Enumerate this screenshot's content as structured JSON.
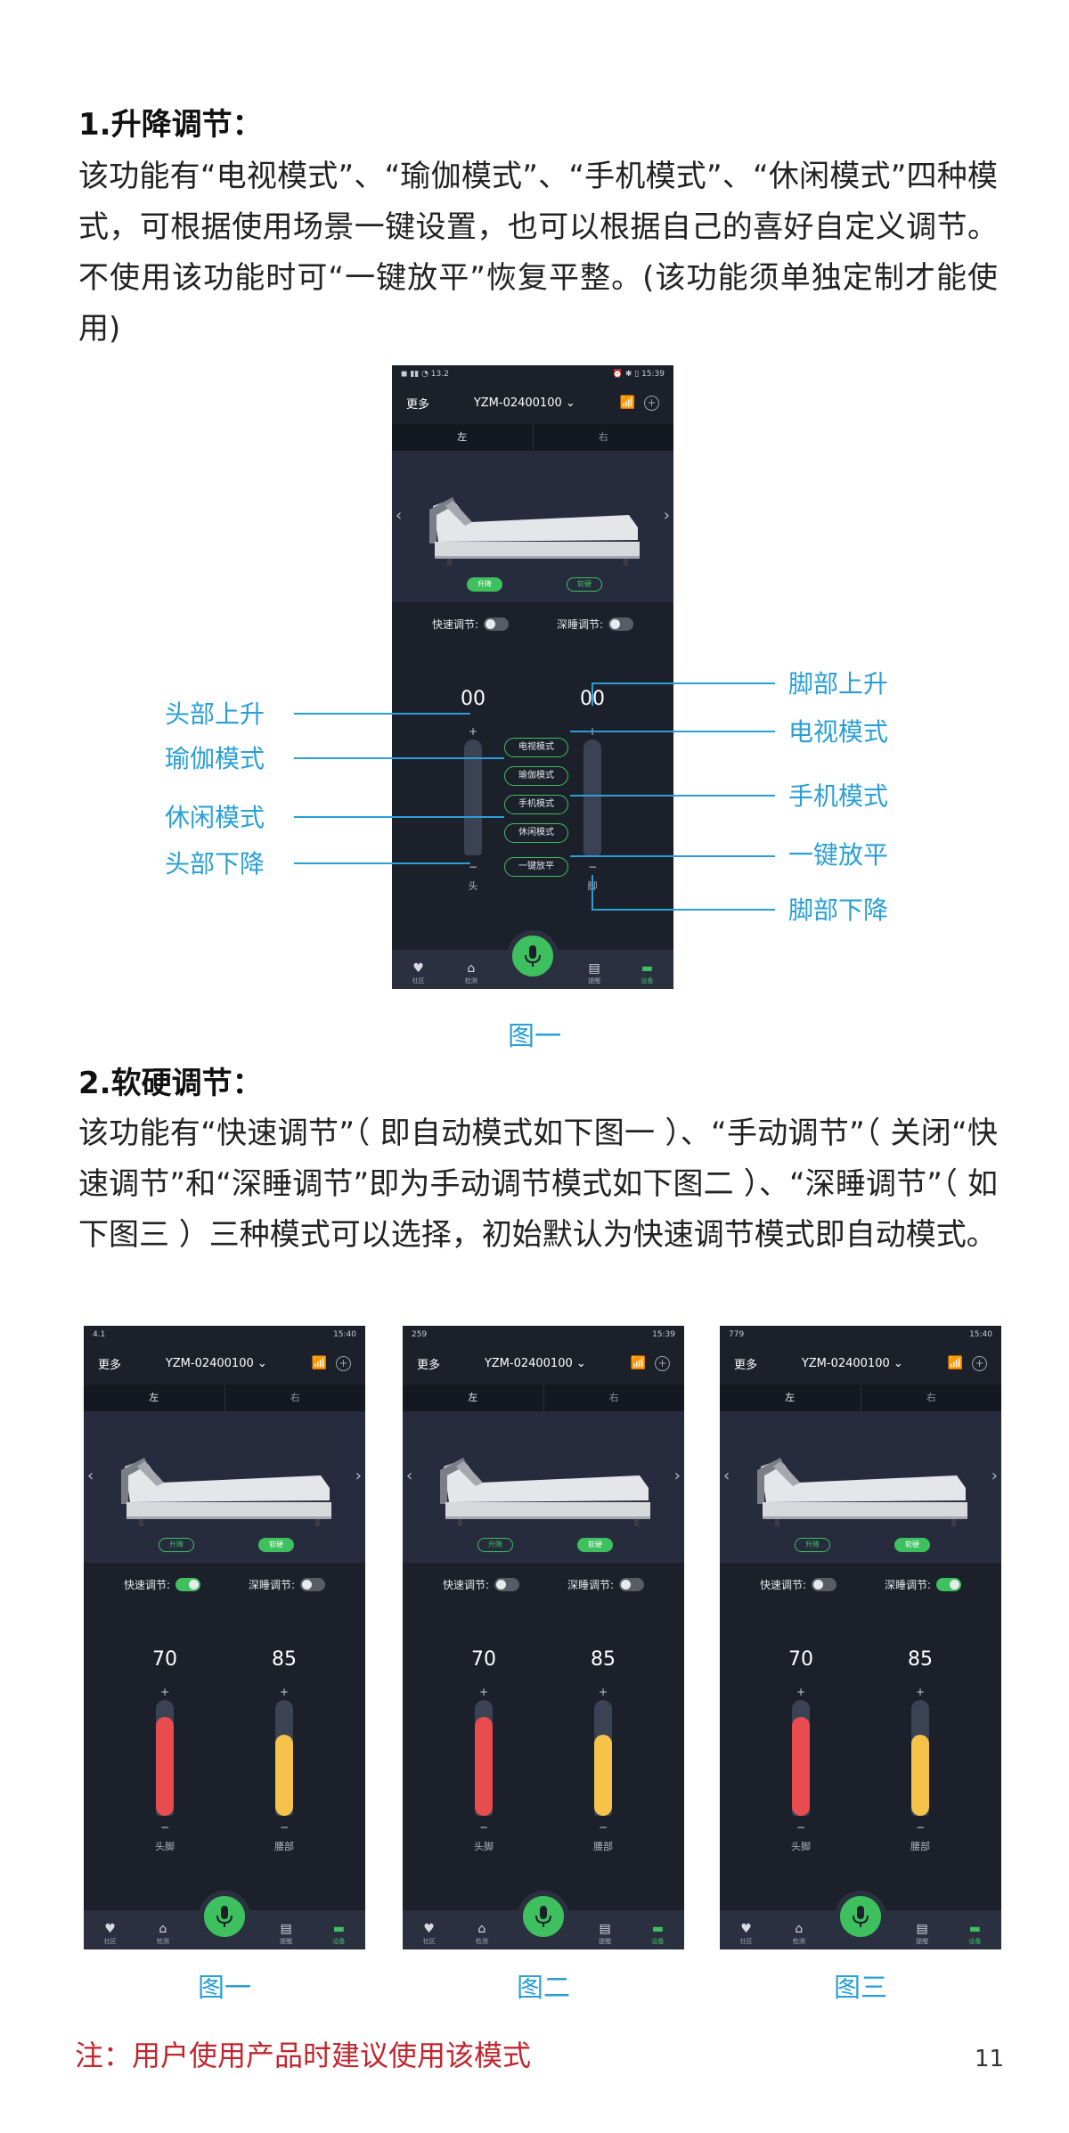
{
  "section1": {
    "heading": "1.升降调节：",
    "paragraph": "该功能有“电视模式”、“瑜伽模式”、“手机模式”、“休闲模式”四种模式，可根据使用场景一键设置，也可以根据自己的喜好自定义调节。不使用该功能时可“一键放平”恢复平整。(该功能须单独定制才能使用)",
    "phone": {
      "status_left": "◼ ▮▮ ◔ 13.2",
      "status_right": "⏰ ✱ ▯ 15:39",
      "more": "更多",
      "device": "YZM-02400100 ⌄",
      "tab_left": "左",
      "tab_right": "右",
      "mode_lift": "升降",
      "mode_soft": "软硬",
      "quick_label": "快速调节:",
      "deep_label": "深睡调节:",
      "head_value": "00",
      "foot_value": "00",
      "plus": "+",
      "minus": "−",
      "head_caption": "头",
      "foot_caption": "脚",
      "pills": [
        "电视模式",
        "瑜伽模式",
        "手机模式",
        "休闲模式",
        "一键放平"
      ],
      "nav": [
        "社区",
        "检测",
        "",
        "提醒",
        "设备"
      ]
    },
    "annotations_left": [
      "头部上升",
      "瑜伽模式",
      "休闲模式",
      "头部下降"
    ],
    "annotations_right": [
      "脚部上升",
      "电视模式",
      "手机模式",
      "一键放平",
      "脚部下降"
    ],
    "caption": "图一"
  },
  "section2": {
    "heading": "2.软硬调节：",
    "paragraph": "该功能有“快速调节”（ 即自动模式如下图一 ）、“手动调节”（ 关闭“快速调节”和“深睡调节”即为手动调节模式如下图二 ）、“深睡调节”（ 如下图三 ）三种模式可以选择，初始默认为快速调节模式即自动模式。",
    "phones": [
      {
        "time": "15:40",
        "net": "4.1",
        "quick_on": true,
        "deep_on": false,
        "caption": "图一"
      },
      {
        "time": "15:39",
        "net": "259",
        "quick_on": false,
        "deep_on": false,
        "caption": "图二"
      },
      {
        "time": "15:40",
        "net": "779",
        "quick_on": false,
        "deep_on": true,
        "caption": "图三"
      }
    ],
    "more": "更多",
    "device": "YZM-02400100 ⌄",
    "tab_left": "左",
    "tab_right": "右",
    "mode_lift": "升降",
    "mode_soft": "软硬",
    "quick_label": "快速调节:",
    "deep_label": "深睡调节:",
    "left_value": "70",
    "right_value": "85",
    "left_caption": "头脚",
    "right_caption": "腰部",
    "left_fill": 0.85,
    "right_fill": 0.7,
    "left_color": "#e84c4f",
    "right_color": "#f5c34a",
    "nav": [
      "社区",
      "检测",
      "",
      "提醒",
      "设备"
    ]
  },
  "note": "注：用户使用产品时建议使用该模式",
  "page_number": "11",
  "colors": {
    "accent_blue": "#2a9fd6",
    "accent_green": "#3ec05f",
    "note_red": "#c0262d"
  }
}
